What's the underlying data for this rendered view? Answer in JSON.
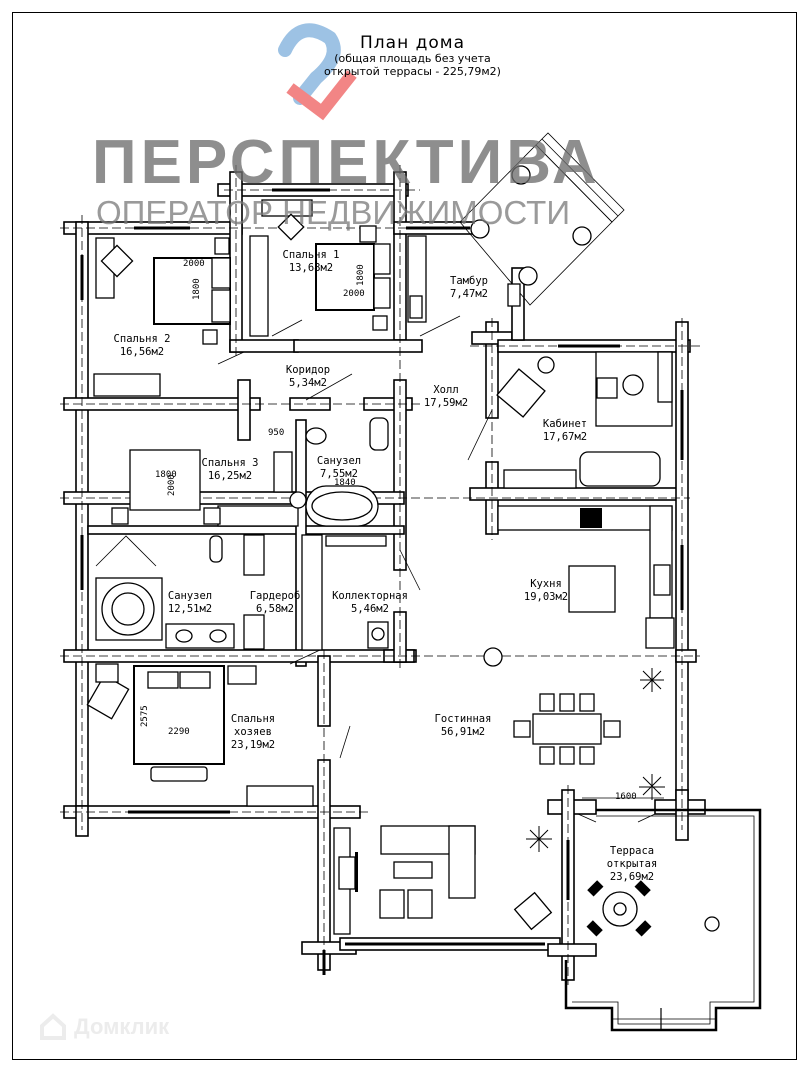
{
  "title": {
    "main": "План дома",
    "sub_line1": "(общая площадь без учета",
    "sub_line2": "открытой террасы - 225,79м2)"
  },
  "watermark": {
    "brand": "ПЕРСПЕКТИВА",
    "tagline": "ОПЕРАТОР НЕДВИЖИМОСТИ",
    "domclick": "Домклик",
    "logo_icon": "perspektiva-logo-icon",
    "colors": {
      "blue": "#8cb8e0",
      "red": "#f07070",
      "gray": "#6e6e6e"
    }
  },
  "rooms": [
    {
      "id": "bedroom-2",
      "name": "Спальня 2",
      "area": "16,56м2"
    },
    {
      "id": "bedroom-1",
      "name": "Спальня 1",
      "area": "13,68м2"
    },
    {
      "id": "vestibule",
      "name": "Тамбур",
      "area": "7,47м2"
    },
    {
      "id": "corridor",
      "name": "Коридор",
      "area": "5,34м2"
    },
    {
      "id": "hall",
      "name": "Холл",
      "area": "17,59м2"
    },
    {
      "id": "office",
      "name": "Кабинет",
      "area": "17,67м2"
    },
    {
      "id": "bedroom-3",
      "name": "Спальня 3",
      "area": "16,25м2"
    },
    {
      "id": "bathroom-1",
      "name": "Санузел",
      "area": "7,55м2"
    },
    {
      "id": "bathroom-2",
      "name": "Санузел",
      "area": "12,51м2"
    },
    {
      "id": "wardrobe",
      "name": "Гардероб",
      "area": "6,58м2"
    },
    {
      "id": "utility",
      "name": "Коллекторная",
      "area": "5,46м2"
    },
    {
      "id": "kitchen",
      "name": "Кухня",
      "area": "19,03м2"
    },
    {
      "id": "master-bedroom",
      "name": "Спальня хозяев",
      "name_line1": "Спальня",
      "name_line2": "хозяев",
      "area": "23,19м2"
    },
    {
      "id": "living-room",
      "name": "Гостинная",
      "area": "56,91м2"
    },
    {
      "id": "terrace",
      "name": "Терраса открытая",
      "name_line1": "Терраса",
      "name_line2": "открытая",
      "area": "23,69м2"
    }
  ],
  "dimensions": {
    "bed2_w": "2000",
    "bed2_h": "1800",
    "bed1_w": "2000",
    "bed1_h": "1800",
    "bed3_w": "1800",
    "bed3_h": "2000",
    "door_950": "950",
    "bath_1840": "1840",
    "master_w": "2290",
    "master_h": "2575",
    "terrace_door": "1600"
  }
}
